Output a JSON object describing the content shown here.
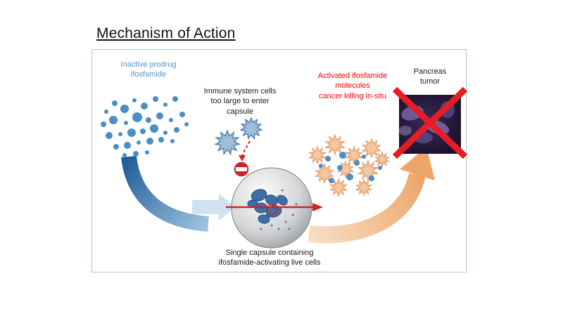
{
  "slide": {
    "title": "Mechanism of Action",
    "labels": {
      "inactive_prodrug": "Inactive prodrug\nifosfamide",
      "immune_cells": "Immune system cells\ntoo large to enter\ncapsule",
      "activated": "Activated ifosfamide\nmolecules\ncancer killing in-situ",
      "pancreas_tumor": "Pancreas\ntumor",
      "capsule_caption": "Single capsule containing\nifosfamide-activating live cells"
    },
    "colors": {
      "prodrug_text_blue": "#4f93c8",
      "activated_text_red": "#ff0000",
      "molecule_blue": "#4a8ec5",
      "arrow_blue_dark": "#1f5c97",
      "arrow_blue_light": "#9fc3e0",
      "arrow_orange_light": "#f7ddc4",
      "arrow_orange_dark": "#eca668",
      "cross_red": "#e51e25",
      "border_blue": "#a9c4dd"
    },
    "icons": {
      "no_entry_sign": "no-entry",
      "tumor_cross": "red-x"
    }
  }
}
